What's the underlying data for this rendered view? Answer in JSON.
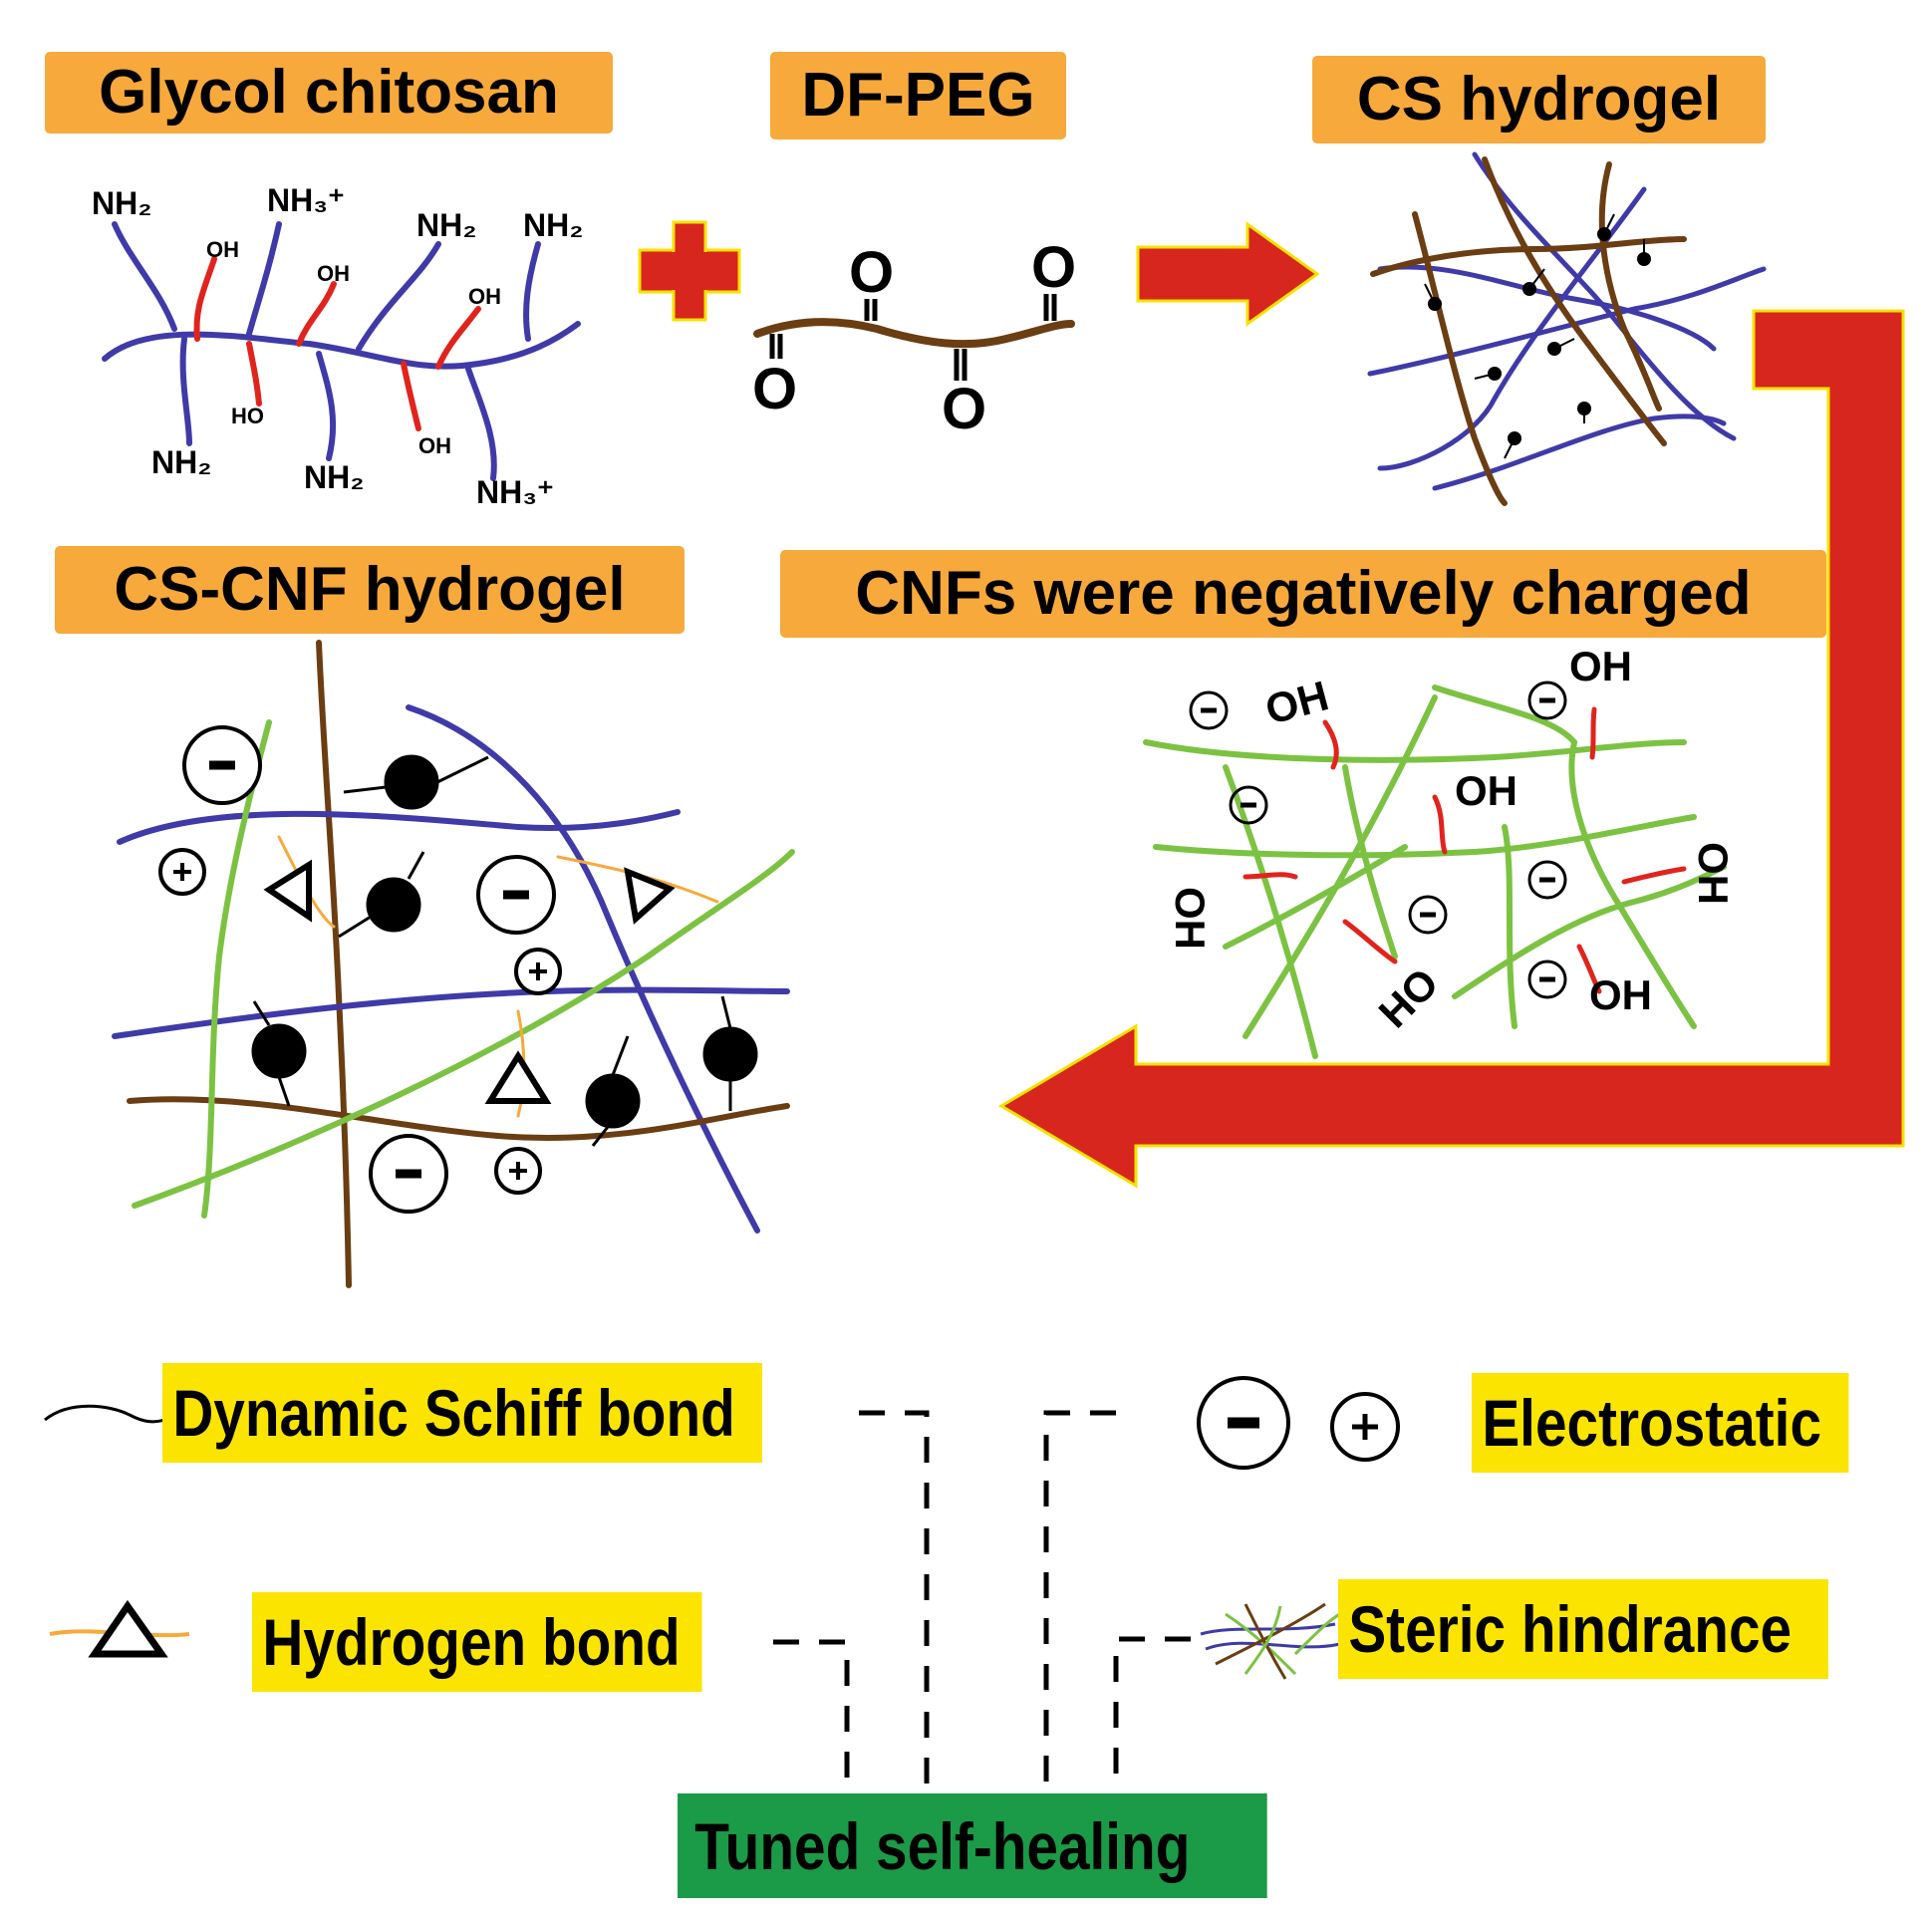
{
  "titles": {
    "glycol_chitosan": "Glycol chitosan",
    "df_peg": "DF-PEG",
    "cs_hydrogel": "CS hydrogel",
    "cs_cnf_hydrogel": "CS-CNF hydrogel",
    "cnfs_charged": "CNFs were negatively charged"
  },
  "chem": {
    "nh2": "NH₂",
    "nh3": "NH₃⁺",
    "oh": "OH",
    "ho": "HO",
    "o": "O",
    "minus": "−",
    "plus": "+"
  },
  "legend": {
    "schiff": "Dynamic Schiff bond",
    "hydrogen": "Hydrogen bond",
    "electrostatic": "Electrostatic",
    "steric": "Steric hindrance",
    "result": "Tuned self-healing"
  },
  "colors": {
    "chitosan": "#3f3aa8",
    "peg": "#6b3d12",
    "hydroxyl": "#e0241d",
    "cnf": "#7cc242",
    "arrow": "#d7261e",
    "arrow_border": "#f6e200",
    "orange_label": "#f7a93b",
    "yellow_label": "#fbe500",
    "green_label": "#1b9a47"
  }
}
